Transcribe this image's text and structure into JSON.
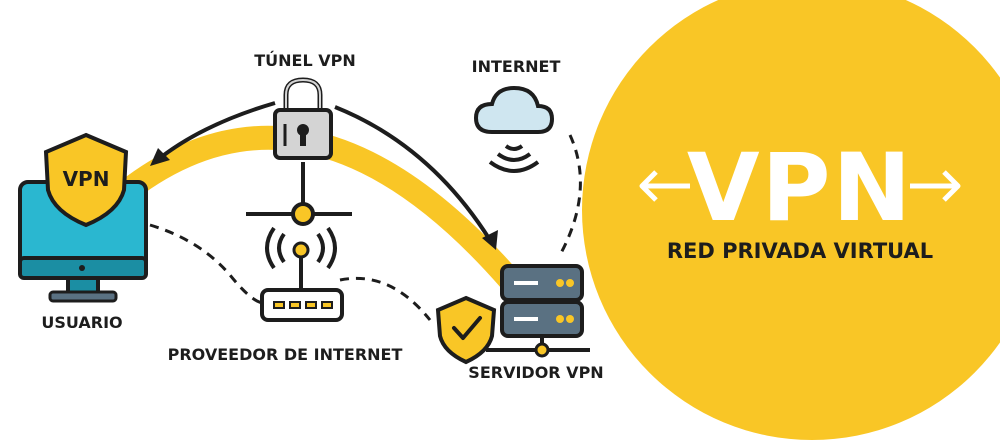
{
  "brand": {
    "title": "VPN",
    "subtitle": "RED PRIVADA VIRTUAL"
  },
  "nodes": {
    "user": {
      "label": "USUARIO",
      "badge": "VPN"
    },
    "tunnel": {
      "label": "TÚNEL VPN"
    },
    "internet": {
      "label": "INTERNET"
    },
    "isp": {
      "label": "PROVEEDOR DE INTERNET"
    },
    "server": {
      "label": "SERVIDOR VPN"
    }
  },
  "colors": {
    "accent": "#f9c626",
    "outline": "#1d1d1d",
    "screen": "#2ab7d0",
    "screen_dark": "#1b8ea3",
    "server": "#5a7182",
    "cloud": "#cfe6f0",
    "padlock": "#d4d4d4"
  }
}
